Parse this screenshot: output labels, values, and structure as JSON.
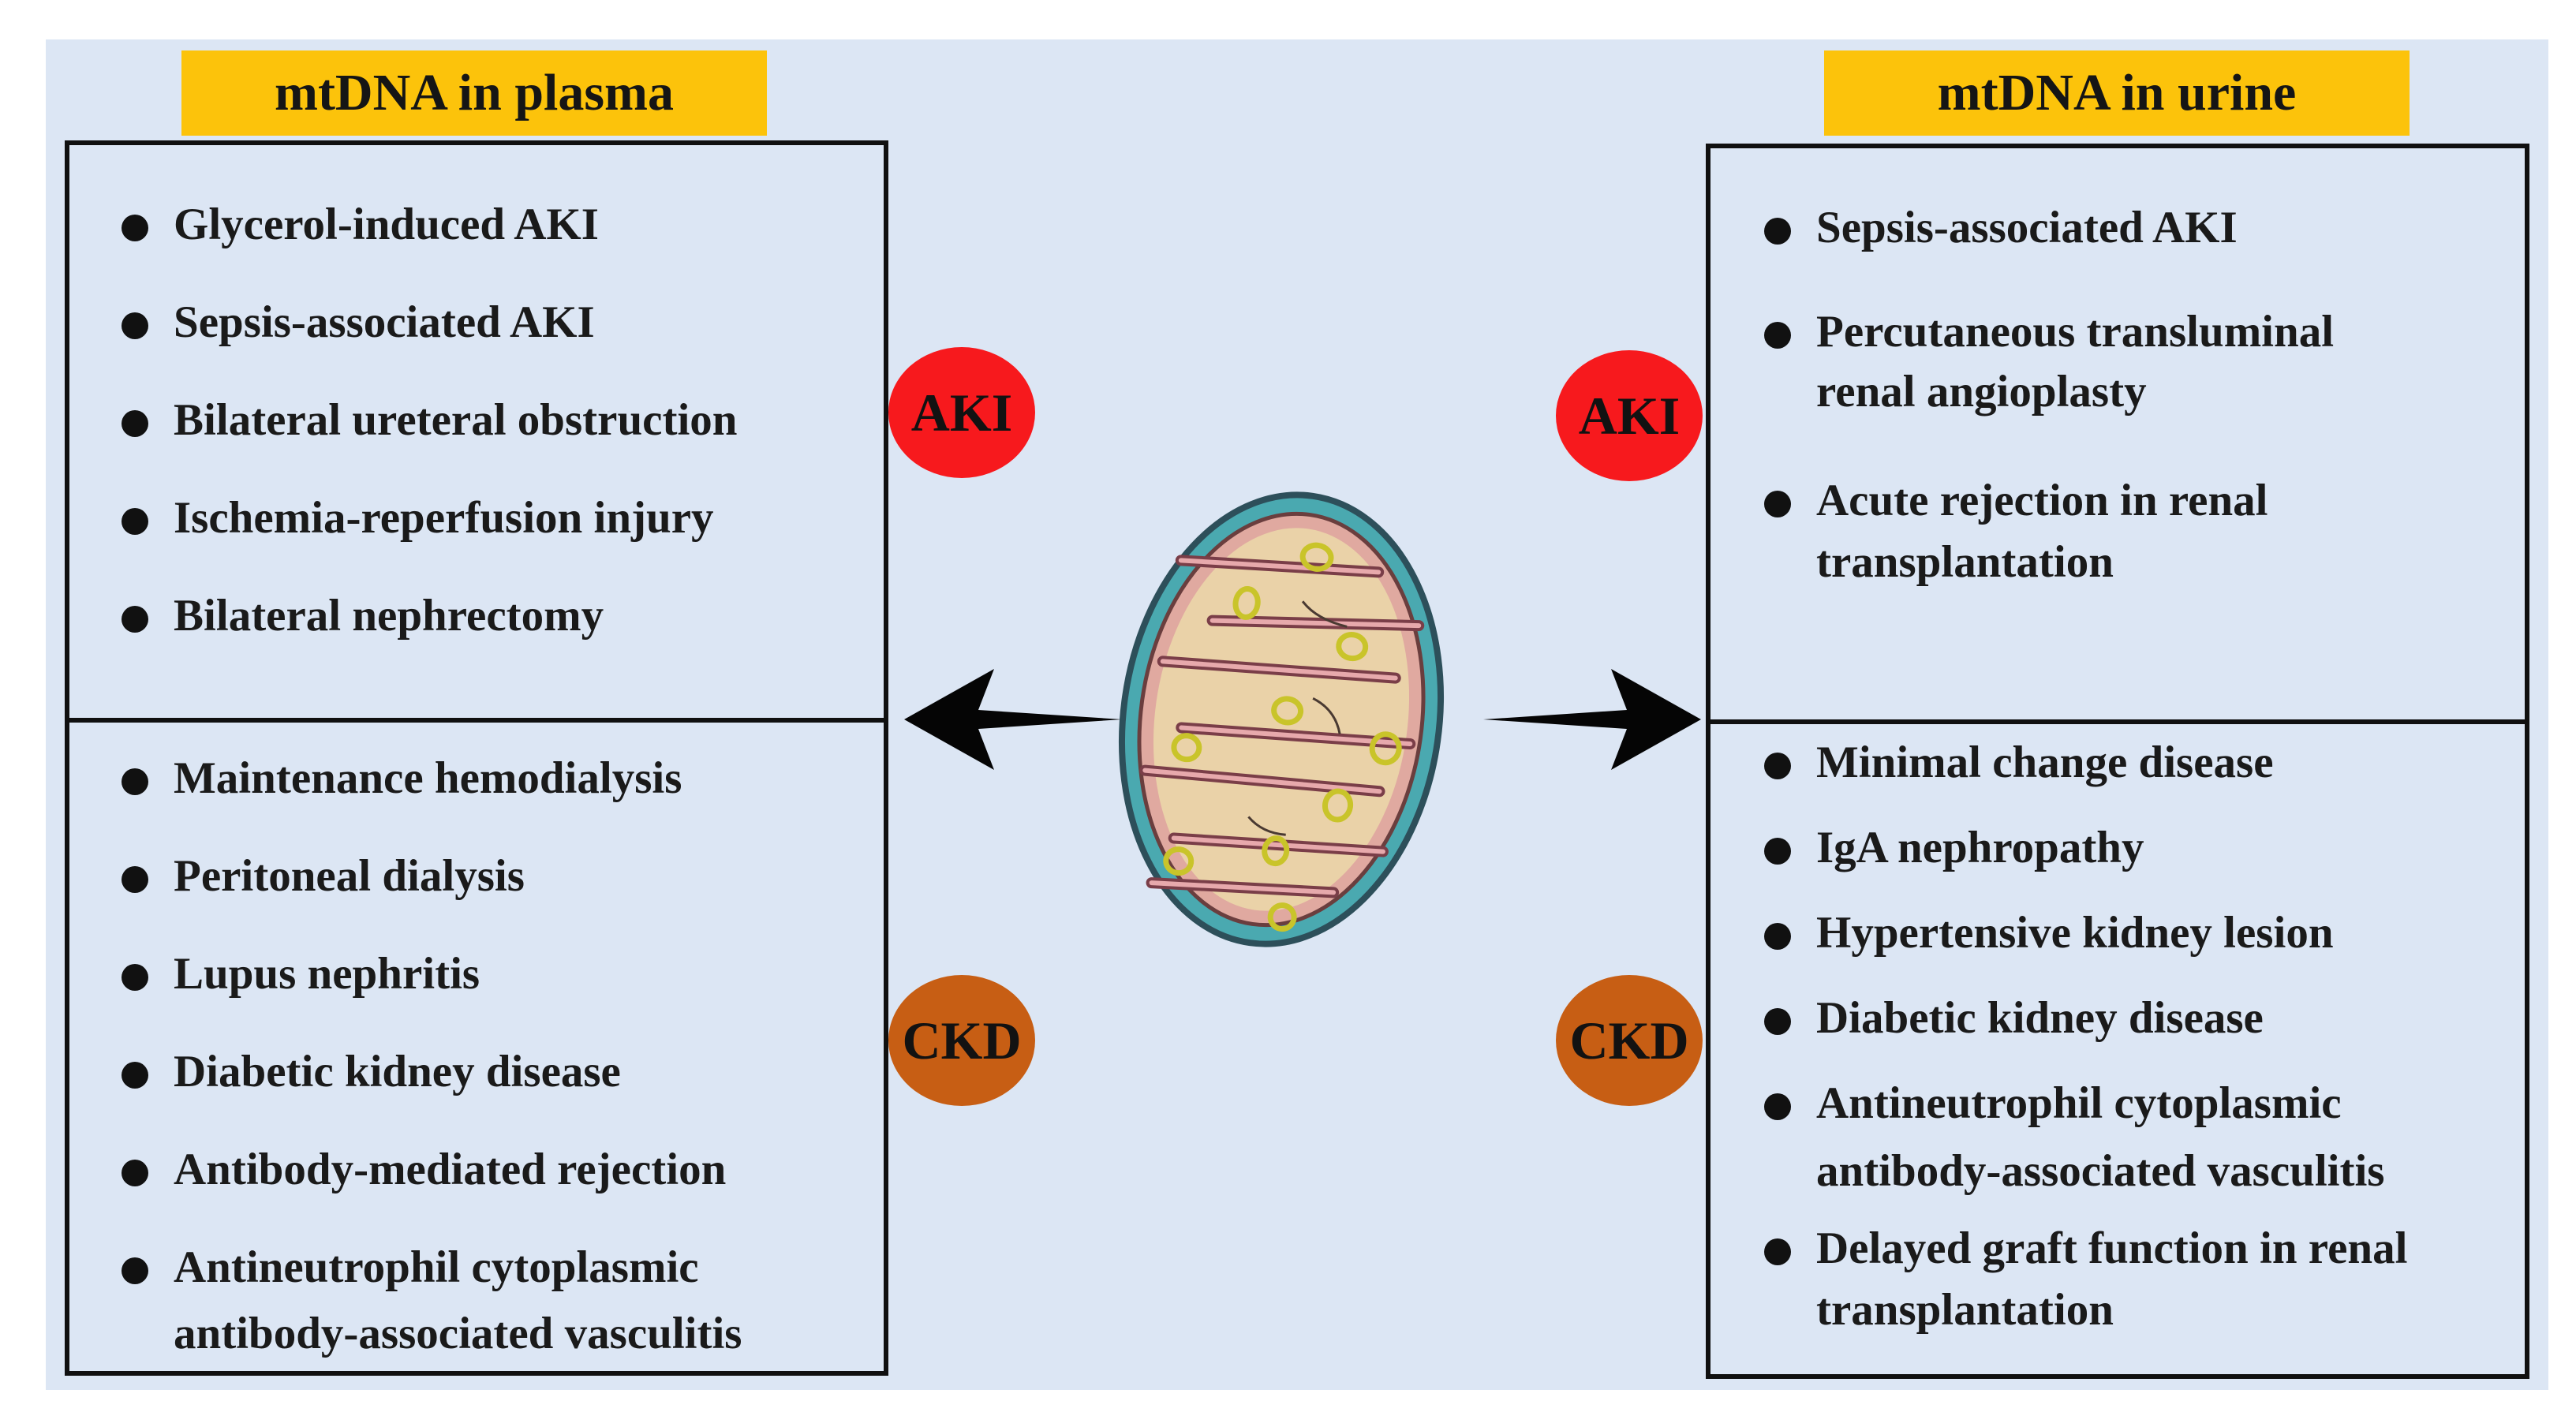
{
  "left": {
    "title": "mtDNA in plasma",
    "aki_badge": "AKI",
    "ckd_badge": "CKD",
    "aki_items": [
      "Glycerol-induced AKI",
      "Sepsis-associated AKI",
      "Bilateral ureteral obstruction",
      "Ischemia-reperfusion  injury",
      "Bilateral nephrectomy"
    ],
    "ckd_items": [
      "Maintenance hemodialysis",
      "Peritoneal dialysis",
      "Lupus nephritis",
      "Diabetic kidney disease",
      "Antibody-mediated rejection",
      "Antineutrophil cytoplasmic",
      "antibody-associated vasculitis"
    ]
  },
  "right": {
    "title": "mtDNA in urine",
    "aki_badge": "AKI",
    "ckd_badge": "CKD",
    "aki_items": [
      "Sepsis-associated AKI",
      "Percutaneous transluminal",
      "renal angioplasty",
      "Acute rejection in renal",
      "transplantation"
    ],
    "ckd_items": [
      "Minimal change disease",
      "IgA nephropathy",
      "Hypertensive kidney lesion",
      "Diabetic kidney disease",
      "Antineutrophil cytoplasmic",
      "antibody-associated vasculitis",
      "Delayed graft function in renal",
      "transplantation"
    ]
  },
  "colors": {
    "background": "#dce6f4",
    "title_tab": "#fcc30b",
    "aki_badge": "#f7191d",
    "ckd_badge": "#c75e14",
    "mito_outer": "#5fb3b8",
    "mito_inner": "#d9a59a",
    "mito_matrix": "#e8cfa7",
    "mtdna_ring": "#c9c42a"
  },
  "center_image": "mitochondrion-icon",
  "arrows": [
    "arrow-left-icon",
    "arrow-right-icon"
  ]
}
